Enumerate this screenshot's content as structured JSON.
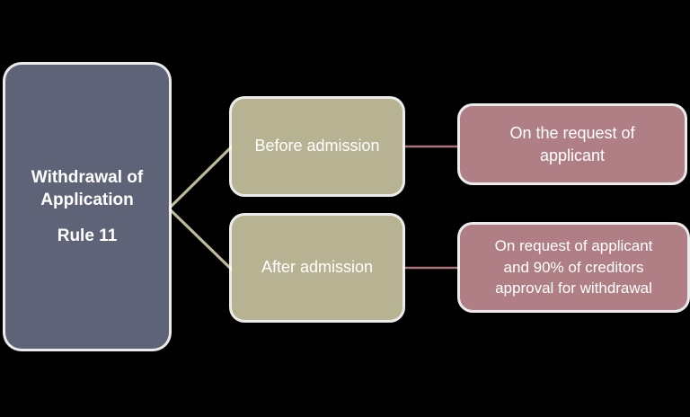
{
  "diagram": {
    "type": "flowchart",
    "title": "Withdrawal of Application Rule 11",
    "background_color": "#000000",
    "nodes": {
      "root": {
        "id": "root",
        "label_line_1": "Withdrawal of",
        "label_line_2": "Application",
        "label_line_3": "Rule 11",
        "fill_color": "#5f6377",
        "text_color": "#ffffff"
      },
      "stage_before": {
        "id": "before-admission",
        "label": "Before admission",
        "fill_color": "#b6b292",
        "text_color": "#ffffff"
      },
      "stage_after": {
        "id": "after-admission",
        "label": "After admission",
        "fill_color": "#b6b292",
        "text_color": "#ffffff"
      },
      "outcome_before": {
        "id": "outcome-before-admission",
        "label_line_1": "On the request of",
        "label_line_2": "applicant",
        "fill_color": "#b07f85",
        "text_color": "#ffffff"
      },
      "outcome_after": {
        "id": "outcome-after-admission",
        "label_line_1": "On request of applicant",
        "label_line_2": "and  90% of creditors",
        "label_line_3": "approval for withdrawal",
        "fill_color": "#b07f85",
        "text_color": "#ffffff"
      }
    },
    "connectors": [
      {
        "id": "root-to-before",
        "from": "root",
        "to": "stage_before",
        "color": "#bfb99b",
        "style": "diagonal-line"
      },
      {
        "id": "root-to-after",
        "from": "root",
        "to": "stage_after",
        "color": "#bfb99b",
        "style": "diagonal-line"
      },
      {
        "id": "before-to-outcome",
        "from": "stage_before",
        "to": "outcome_before",
        "color": "#a9737c",
        "style": "horizontal-line"
      },
      {
        "id": "after-to-outcome",
        "from": "stage_after",
        "to": "outcome_after",
        "color": "#a9737c",
        "style": "horizontal-line"
      }
    ]
  }
}
